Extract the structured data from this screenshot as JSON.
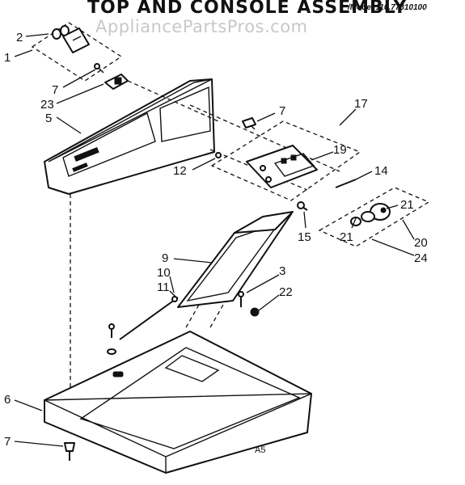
{
  "title": "TOP AND CONSOLE ASSEMBLY",
  "model": "/Model 110.77810100",
  "watermark": "AppliancePartsPros.com",
  "code": "A5",
  "callouts": {
    "c1": "1",
    "c2": "2",
    "c3": "3",
    "c5": "5",
    "c6": "6",
    "c7a": "7",
    "c7b": "7",
    "c7c": "7",
    "c9": "9",
    "c10": "10",
    "c11": "11",
    "c12": "12",
    "c14": "14",
    "c15": "15",
    "c17": "17",
    "c19": "19",
    "c20": "20",
    "c21a": "21",
    "c21b": "21",
    "c22": "22",
    "c23": "23",
    "c24": "24"
  }
}
